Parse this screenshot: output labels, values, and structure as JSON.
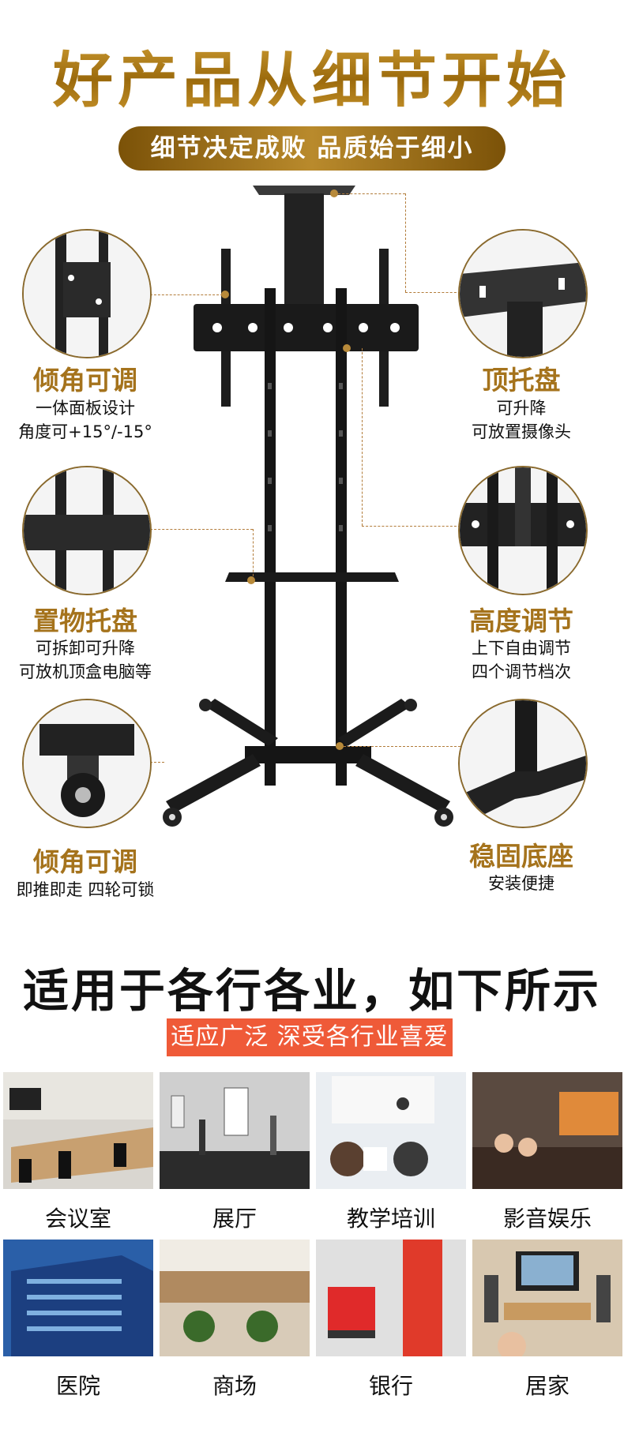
{
  "header": {
    "title": "好产品从细节开始",
    "subtitle": "细节决定成败 品质始于细小"
  },
  "features": [
    {
      "title": "倾角可调",
      "line1": "一体面板设计",
      "line2": "角度可+15°/-15°"
    },
    {
      "title": "顶托盘",
      "line1": "可升降",
      "line2": "可放置摄像头"
    },
    {
      "title": "置物托盘",
      "line1": "可拆卸可升降",
      "line2": "可放机顶盒电脑等"
    },
    {
      "title": "高度调节",
      "line1": "上下自由调节",
      "line2": "四个调节档次"
    },
    {
      "title": "倾角可调",
      "line1": "即推即走 四轮可锁",
      "line2": ""
    },
    {
      "title": "稳固底座",
      "line1": "安装便捷",
      "line2": ""
    }
  ],
  "usage": {
    "title": "适用于各行各业，如下所示",
    "badge": "适应广泛 深受各行业喜爱",
    "scenes": [
      "会议室",
      "展厅",
      "教学培训",
      "影音娱乐",
      "医院",
      "商场",
      "银行",
      "居家"
    ]
  },
  "colors": {
    "gold": "#b58a1e",
    "orange": "#ef5a38",
    "stand": "#1b1b1b"
  }
}
